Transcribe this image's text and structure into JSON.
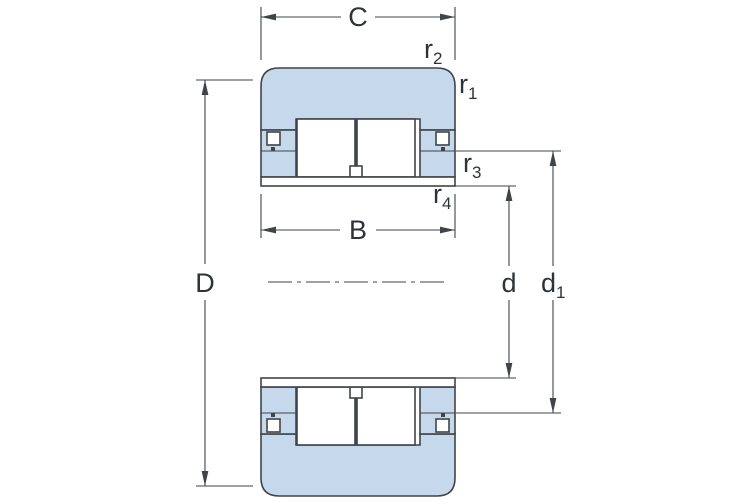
{
  "diagram": {
    "figure": "rolling-bearing-cross-section",
    "colors": {
      "part_fill": "#c6d8ec",
      "line": "#3f444a",
      "background": "#ffffff"
    },
    "dimensions": {
      "outer_width": {
        "text": "C"
      },
      "inner_width": {
        "text": "B"
      },
      "outside_diameter": {
        "text": "D"
      },
      "bore_diameter": {
        "text": "d"
      },
      "flange_diameter": {
        "text": "d",
        "sub": "1"
      },
      "r1": {
        "text": "r",
        "sub": "1"
      },
      "r2": {
        "text": "r",
        "sub": "2"
      },
      "r3": {
        "text": "r",
        "sub": "3"
      },
      "r4": {
        "text": "r",
        "sub": "4"
      }
    }
  }
}
